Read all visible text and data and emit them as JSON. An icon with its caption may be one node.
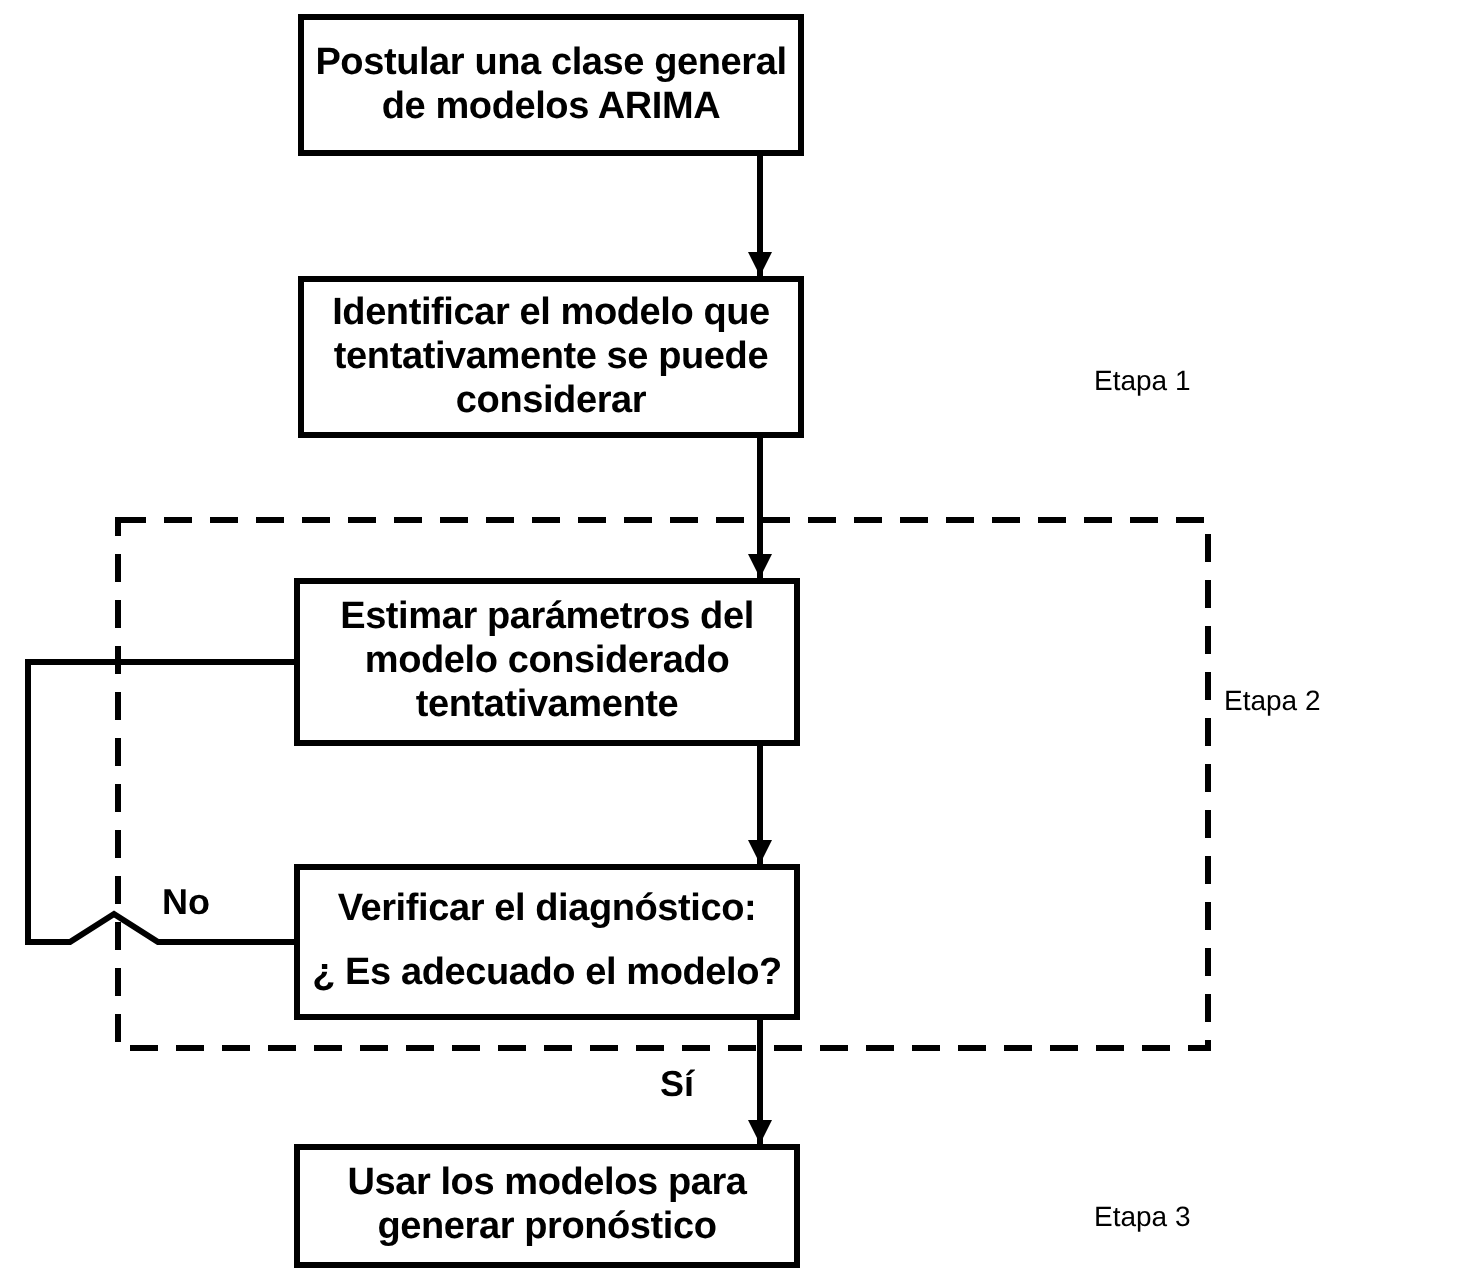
{
  "diagram": {
    "nodes": [
      {
        "text": [
          "Postular una clase general de modelos ARIMA"
        ]
      },
      {
        "text": [
          "Identificar el modelo que tentativamente se puede considerar"
        ]
      },
      {
        "text": [],
        "shape": "box",
        "beside": [
          "Etapa 2"
        ]
      },
      {
        "text": [
          "Estimar parámetros del modelo considerado tentativamente"
        ],
        "in": 2
      },
      {
        "text": [
          "Verificar el diagnóstico:",
          "¿ Es adecuado el modelo?"
        ],
        "in": 2
      },
      {
        "text": [
          "Usar los modelos para generar pronóstico"
        ]
      }
    ],
    "labels": [
      "Etapa 1",
      "Etapa 3"
    ],
    "edges": [
      {
        "from": 0,
        "to": 1,
        "arrow": "to"
      },
      {
        "from": 1,
        "to": 3,
        "arrow": "to"
      },
      {
        "from": 3,
        "to": 4,
        "arrow": "to"
      },
      {
        "from": 4,
        "to": 3,
        "arrow": "none",
        "label": "No"
      },
      {
        "from": 4,
        "to": 5,
        "arrow": "to",
        "label": "Sí"
      }
    ]
  }
}
